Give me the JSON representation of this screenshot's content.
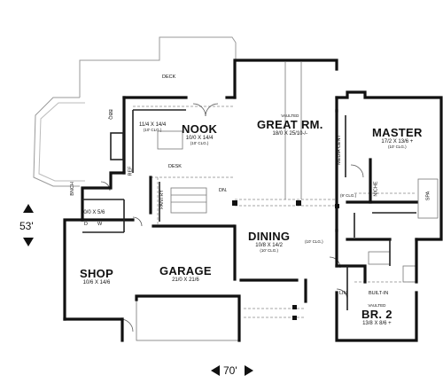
{
  "rooms": {
    "nook": {
      "name": "NOOK",
      "dim": "10/0 X 14/4",
      "sub": "(10' CLG.)"
    },
    "great_rm": {
      "name": "GREAT RM.",
      "dim": "18/0 X 25/10-/-",
      "sub": "VAULTED"
    },
    "master": {
      "name": "MASTER",
      "dim": "17/2 X 13/6 +",
      "sub": "(10' CLG.)"
    },
    "kitchen": {
      "dim": "11/4 X 14/4",
      "sub": "(10' CLG.)"
    },
    "dining": {
      "name": "DINING",
      "dim": "10/8 X 14/2",
      "sub": "(10' CLG.)"
    },
    "garage": {
      "name": "GARAGE",
      "dim": "21/0 X 21/6"
    },
    "shop": {
      "name": "SHOP",
      "dim": "10/6 X 14/6"
    },
    "br2": {
      "name": "BR. 2",
      "dim": "13/8 X 8/6 +",
      "sub": "VAULTED"
    },
    "utility": {
      "dim": "10/0 X 5/6"
    }
  },
  "labels": {
    "deck": "DECK",
    "desk": "DESK",
    "bbq": "BBQ",
    "ref": "REF",
    "pantry": "PANTRY",
    "dn": "DN.",
    "media_center": "MEDIA CENT",
    "niche": "NICHE",
    "spa": "SPA",
    "built_in": "BUILT-IN",
    "lin": "LIN",
    "bench": "BNCH",
    "d": "D",
    "w": "W",
    "clg_9": "(9' CLG.)",
    "clg_10": "(10' CLG.)"
  },
  "dimensions": {
    "depth": "53'",
    "width": "70'"
  }
}
